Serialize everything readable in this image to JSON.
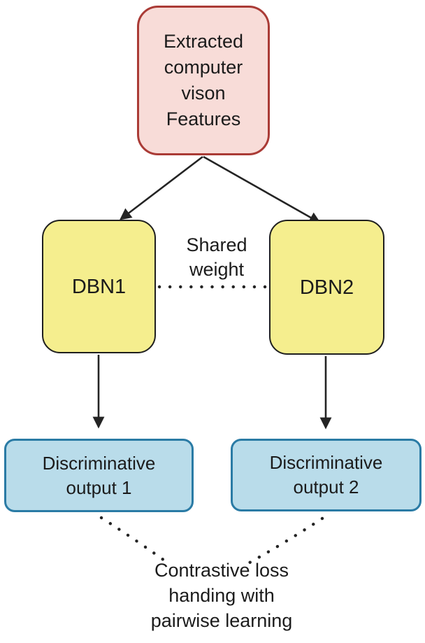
{
  "theme": {
    "bg": "#ffffff",
    "text-color": "#1b1b1b",
    "edge-color": "#242424",
    "features-fill": "#f8dcd8",
    "features-border": "#aa3b36",
    "dbn-fill": "#f5ee8e",
    "dbn-border": "#1f1f1f",
    "output-fill": "#b9dcea",
    "output-border": "#2a7ba5"
  },
  "diagram": {
    "nodes": {
      "features": {
        "lines": [
          "Extracted",
          "computer",
          "vison",
          "Features"
        ]
      },
      "dbn1": {
        "label": "DBN1"
      },
      "dbn2": {
        "label": "DBN2"
      },
      "output1": {
        "lines": [
          "Discriminative",
          "output 1"
        ]
      },
      "output2": {
        "lines": [
          "Discriminative",
          "output 2"
        ]
      }
    },
    "edge_labels": {
      "shared_weight": {
        "lines": [
          "Shared",
          "weight"
        ]
      },
      "contrastive_loss": {
        "lines": [
          "Contrastive loss",
          "handing with",
          "pairwise learning"
        ]
      }
    }
  }
}
